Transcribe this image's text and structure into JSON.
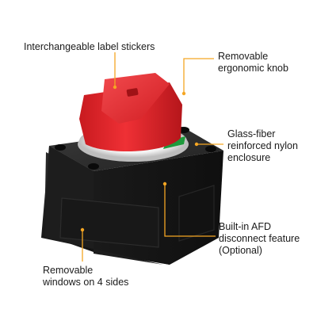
{
  "annotations": {
    "label_stickers": [
      "Interchangeable label stickers"
    ],
    "knob": [
      "Removable",
      "ergonomic knob"
    ],
    "enclosure": [
      "Glass-fiber",
      "reinforced nylon",
      "enclosure"
    ],
    "afd": [
      "Built-in AFD",
      "disconnect feature",
      "(Optional)"
    ],
    "windows": [
      "Removable",
      "windows on 4 sides"
    ]
  },
  "colors": {
    "callout_line": "#f5a623",
    "callout_dot": "#f5a623",
    "knob_red": "#e8262b",
    "housing_black": "#1c1c1c",
    "label_green": "#1e9a3c"
  }
}
